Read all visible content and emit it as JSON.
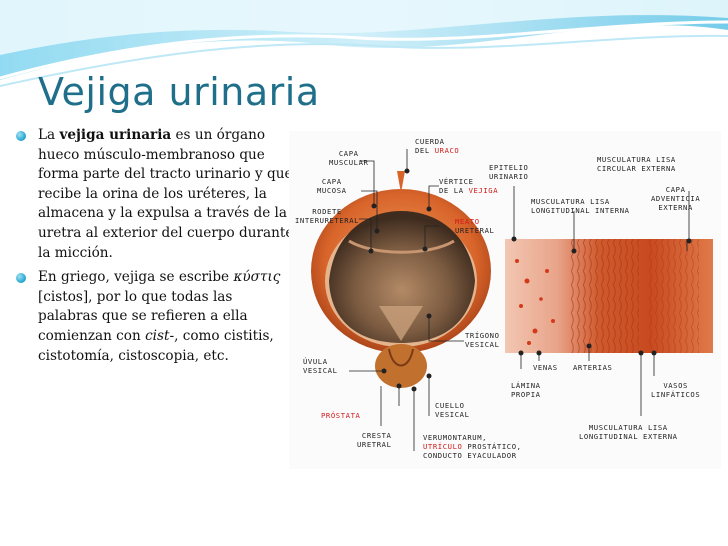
{
  "title": "Vejiga urinaria",
  "bullet1": {
    "pre": "La ",
    "bold": "vejiga urinaria",
    "rest": " es un órgano hueco músculo-membranoso que forma parte del tracto urinario y que recibe la orina de los uréteres, la almacena y la expulsa a través de la uretra al exterior del cuerpo durante la micción."
  },
  "bullet2": {
    "pre": "En griego, vejiga se escribe ",
    "greek": "κύστις",
    "mid": " [cistos], por lo que todas las palabras que se refieren a ella comienzan con ",
    "cist": "cist-",
    "rest": ", como cistitis, cistotomía, cistoscopia, etc."
  },
  "figure": {
    "capa_muscular": "CAPA\nMUSCULAR",
    "capa_mucosa": "CAPA\nMUCOSA",
    "rodete": "RODETE\nINTERURETERAL",
    "cuerda_a": "CUERDA",
    "cuerda_b": "DEL ",
    "uraco": "URACO",
    "vertice_a": "VÉRTICE",
    "vertice_b": "DE LA ",
    "vejiga_lbl": "VEJIGA",
    "epitelio": "EPITELIO\nURINARIO",
    "meato_red": "MEATO",
    "meato_rest": "URETERAL",
    "trigono": "TRÍGONO\nVESICAL",
    "uvula": "ÚVULA\nVESICAL",
    "prostata": "PRÓSTATA",
    "cuello": "CUELLO\nVESICAL",
    "cresta": "CRESTA\nURETRAL",
    "veru_a": "VERUMONTARUM,",
    "utriculo": "UTRÍCULO",
    "veru_b": " PROSTÁTICO,",
    "veru_c": "CONDUCTO EYACULADOR",
    "muscl_circ": "MUSCULATURA LISA\nCIRCULAR EXTERNA",
    "muscl_long_int": "MUSCULATURA LISA\nLONGITUDINAL INTERNA",
    "capa_adv": "CAPA\nADVENTICIA\nEXTERNA",
    "venas": "VENAS",
    "arterias": "ARTERIAS",
    "lamina": "LÁMINA\nPROPIA",
    "vasos": "VASOS\nLINFÁTICOS",
    "muscl_long_ext": "MUSCULATURA LISA\nLONGITUDINAL EXTERNA"
  }
}
